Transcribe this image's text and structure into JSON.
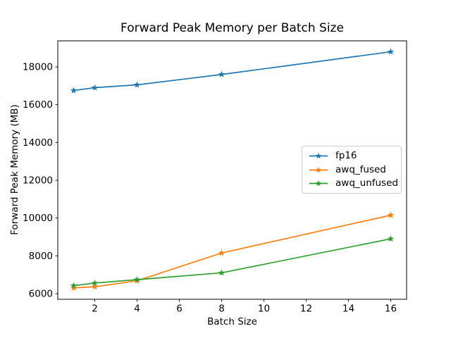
{
  "chart_data": {
    "type": "line",
    "title": "Forward Peak Memory per Batch Size",
    "xlabel": "Batch Size",
    "ylabel": "Forward Peak Memory (MB)",
    "x": [
      1,
      2,
      4,
      8,
      16
    ],
    "series": [
      {
        "name": "fp16",
        "color": "#1f77b4",
        "values": [
          16750,
          16900,
          17050,
          17600,
          18800
        ]
      },
      {
        "name": "awq_fused",
        "color": "#ff7f0e",
        "values": [
          6300,
          6360,
          6680,
          8150,
          10150
        ]
      },
      {
        "name": "awq_unfused",
        "color": "#2ca02c",
        "values": [
          6420,
          6560,
          6740,
          7100,
          8900
        ]
      }
    ],
    "marker": "star",
    "line_width": 1.7,
    "xticks": [
      2,
      4,
      6,
      8,
      10,
      12,
      14,
      16
    ],
    "yticks": [
      6000,
      8000,
      10000,
      12000,
      14000,
      16000,
      18000
    ],
    "xlim": [
      0.25,
      16.75
    ],
    "ylim": [
      5700,
      19380
    ],
    "grid": false,
    "legend": {
      "position": "center right",
      "entries": [
        "fp16",
        "awq_fused",
        "awq_unfused"
      ]
    }
  }
}
